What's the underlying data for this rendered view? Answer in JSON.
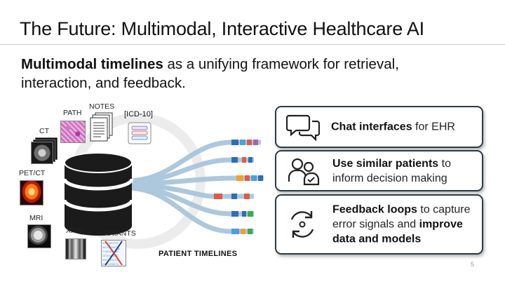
{
  "slide": {
    "title": "The Future: Multimodal, Interactive Healthcare AI",
    "subtitle_bold": "Multimodal timelines",
    "subtitle_rest": " as a unifying framework for retrieval, interaction, and feedback.",
    "page_number": "5"
  },
  "modalities": {
    "path": "PATH",
    "notes": "NOTES",
    "icd": "[ICD-10]",
    "ct": "CT",
    "petct": "PET/CT",
    "mri": "MRI",
    "xray": "XRAY",
    "variants": "VARIANTS"
  },
  "timelines_label": "PATIENT TIMELINES",
  "cards": [
    {
      "bold": "Chat interfaces",
      "rest": " for EHR",
      "icon": "chat-bubbles-icon"
    },
    {
      "bold": "Use similar patients",
      "rest": " to inform decision making",
      "icon": "similar-patients-icon"
    },
    {
      "bold1": "Feedback loops",
      "mid": " to capture error signals and ",
      "bold2": "improve data and models",
      "icon": "feedback-loop-icon"
    }
  ],
  "colors": {
    "stream": "#a9c6dc",
    "card_border": "#2b3a48",
    "database": "#1b1b1b"
  }
}
